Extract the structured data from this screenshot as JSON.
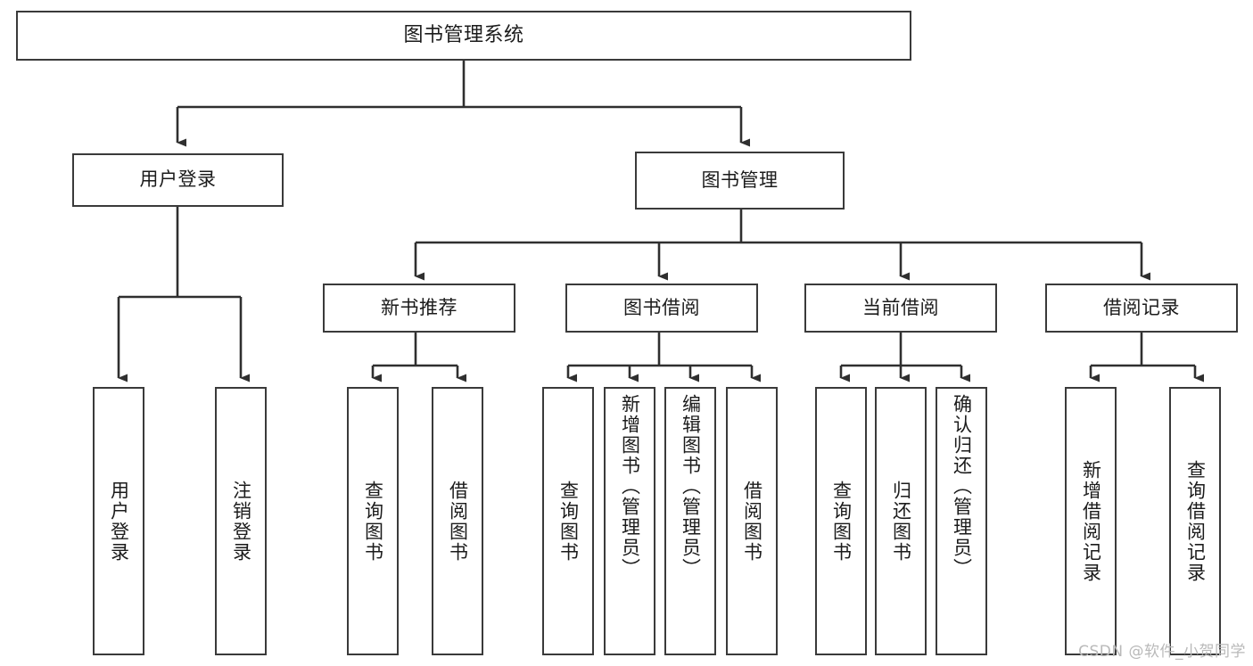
{
  "diagram": {
    "title": "图书管理系统",
    "type": "hierarchy-tree",
    "background_color": "#ffffff",
    "line_color": "#3a3a3a",
    "text_color": "#1b1b1b",
    "root": {
      "label": "图书管理系统"
    },
    "level2": [
      {
        "label": "用户登录"
      },
      {
        "label": "图书管理"
      }
    ],
    "level3": [
      {
        "label": "新书推荐"
      },
      {
        "label": "图书借阅"
      },
      {
        "label": "当前借阅"
      },
      {
        "label": "借阅记录"
      }
    ],
    "leaves": {
      "user_login": [
        {
          "label": "用户登录"
        },
        {
          "label": "注销登录"
        }
      ],
      "new_book_recommend": [
        {
          "label": "查询图书"
        },
        {
          "label": "借阅图书"
        }
      ],
      "book_borrow": [
        {
          "label": "查询图书"
        },
        {
          "label": "新增图书（管理员）"
        },
        {
          "label": "编辑图书（管理员）"
        },
        {
          "label": "借阅图书"
        }
      ],
      "current_borrow": [
        {
          "label": "查询图书"
        },
        {
          "label": "归还图书"
        },
        {
          "label": "确认归还（管理员）"
        }
      ],
      "borrow_record": [
        {
          "label": "新增借阅记录"
        },
        {
          "label": "查询借阅记录"
        }
      ]
    }
  },
  "watermark": {
    "text": "CSDN @软件_小贺同学"
  }
}
